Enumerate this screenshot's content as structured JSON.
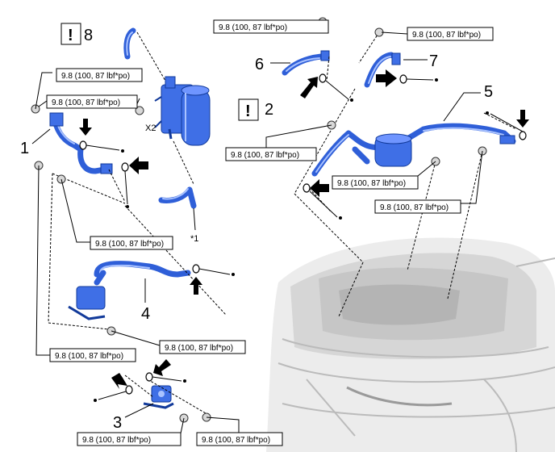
{
  "torque_label": "9.8 (100, 87 lbf*po)",
  "numbers": {
    "n1": "1",
    "n2": "2",
    "n3": "3",
    "n4": "4",
    "n5": "5",
    "n6": "6",
    "n7": "7",
    "n8": "8"
  },
  "notes": {
    "caution_mark": "!",
    "x2": "X2",
    "star1": "*1"
  },
  "colors": {
    "part_blue": "#2f5fd8",
    "text": "#000000"
  }
}
